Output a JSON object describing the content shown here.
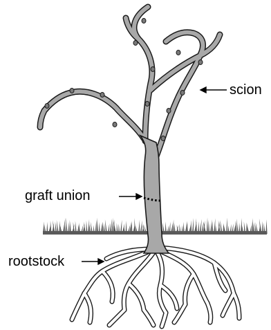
{
  "labels": {
    "scion": "scion",
    "graft_union": "graft union",
    "rootstock": "rootstock"
  },
  "colors": {
    "trunk_fill": "#a8a8a8",
    "outline": "#1a1a1a",
    "grass": "#5a5a5a",
    "background": "#ffffff"
  }
}
